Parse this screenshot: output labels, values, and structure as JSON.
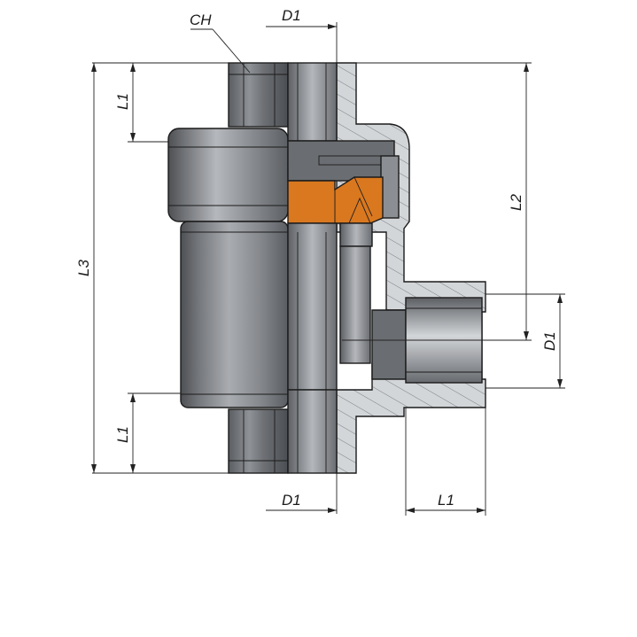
{
  "labels": {
    "ch": "CH",
    "d1_top": "D1",
    "d1_bottom": "D1",
    "d1_side": "D1",
    "l1_top": "L1",
    "l1_bottom": "L1",
    "l1_side": "L1",
    "l2": "L2",
    "l3": "L3"
  },
  "colors": {
    "body_metal": "#8d8f93",
    "section_fill": "#cfd2d5",
    "hatch": "#6f7276",
    "insert": "#d9781f",
    "dark_metal": "#55585c",
    "bore": "#a9acb0"
  }
}
